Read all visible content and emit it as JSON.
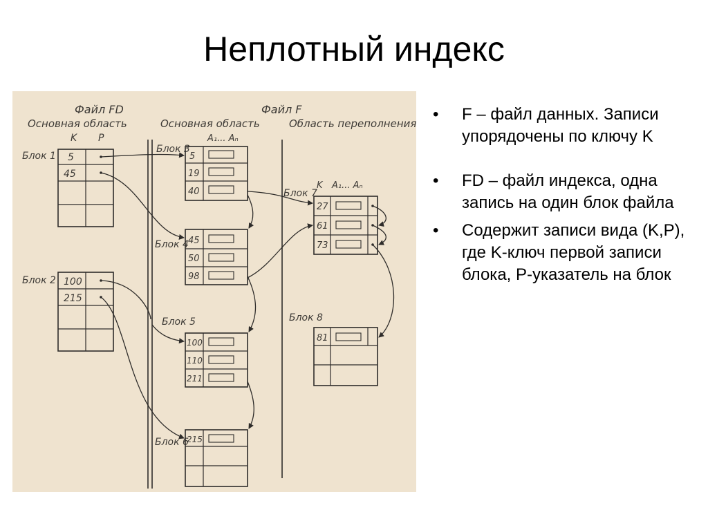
{
  "slide": {
    "title": "Неплотный индекс"
  },
  "bullets": [
    {
      "text": "F – файл данных. Записи упорядочены по ключу K"
    },
    {
      "text": "FD – файл индекса, одна запись на один блок файла"
    },
    {
      "text": "Содержит записи вида (K,P), где  K-ключ первой записи блока, P-указатель на блок"
    }
  ],
  "bullet_glyph": "•",
  "figure": {
    "header_fd": "Файл FD",
    "header_fd_area": "Основная область",
    "header_f": "Файл F",
    "header_f_main": "Основная область",
    "header_f_overflow": "Область переполнения",
    "col_k": "K",
    "col_p": "P",
    "col_a": "A₁... Aₙ",
    "blocks": {
      "b1": "Блок 1",
      "b2": "Блок 2",
      "b3": "Блок 3",
      "b4": "Блок 4",
      "b5": "Блок 5",
      "b6": "Блок 6",
      "b7": "Блок 7",
      "b8": "Блок 8"
    },
    "index_b1": [
      "5",
      "45"
    ],
    "index_b2": [
      "100",
      "215"
    ],
    "data_b3": [
      "5",
      "19",
      "40"
    ],
    "data_b4": [
      "45",
      "50",
      "98"
    ],
    "data_b5": [
      "100",
      "110",
      "211"
    ],
    "data_b6": [
      "215"
    ],
    "data_b7": [
      "27",
      "61",
      "73"
    ],
    "data_b8": [
      "81"
    ]
  }
}
